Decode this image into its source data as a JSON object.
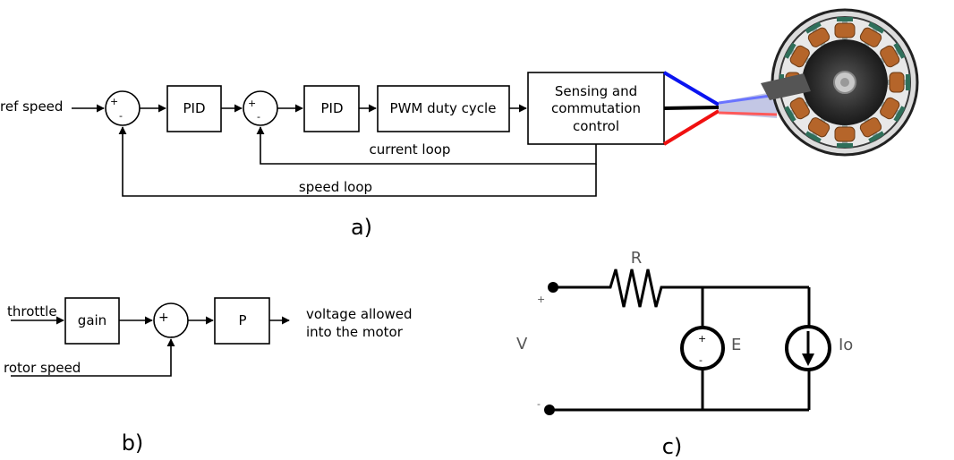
{
  "diagram_a": {
    "input_label": "ref speed",
    "pid1_label": "PID",
    "pid2_label": "PID",
    "pwm_label": "PWM duty cycle",
    "sensing_lines": [
      "Sensing and",
      "commutation",
      "control"
    ],
    "sum_plus": "+",
    "sum_minus": "-",
    "current_loop_label": "current loop",
    "speed_loop_label": "speed loop",
    "panel_label": "a)"
  },
  "diagram_b": {
    "input_label": "throttle",
    "gain_label": "gain",
    "p_label": "P",
    "feedback_label": "rotor speed",
    "output_lines": [
      "voltage allowed",
      "into the motor"
    ],
    "sum_plus": "+",
    "sum_minus": "-",
    "panel_label": "b)"
  },
  "diagram_c": {
    "resistor_label": "R",
    "voltage_label": "V",
    "terminal_plus": "+",
    "terminal_minus": "-",
    "source_label": "E",
    "source_plus": "+",
    "source_minus": "-",
    "current_label": "Io",
    "panel_label": "c)"
  },
  "colors": {
    "phase_a": "#0a14f0",
    "phase_b": "#000000",
    "phase_c": "#f01010",
    "copper": "#b5652a",
    "motor_dark": "#2b2b2b"
  }
}
